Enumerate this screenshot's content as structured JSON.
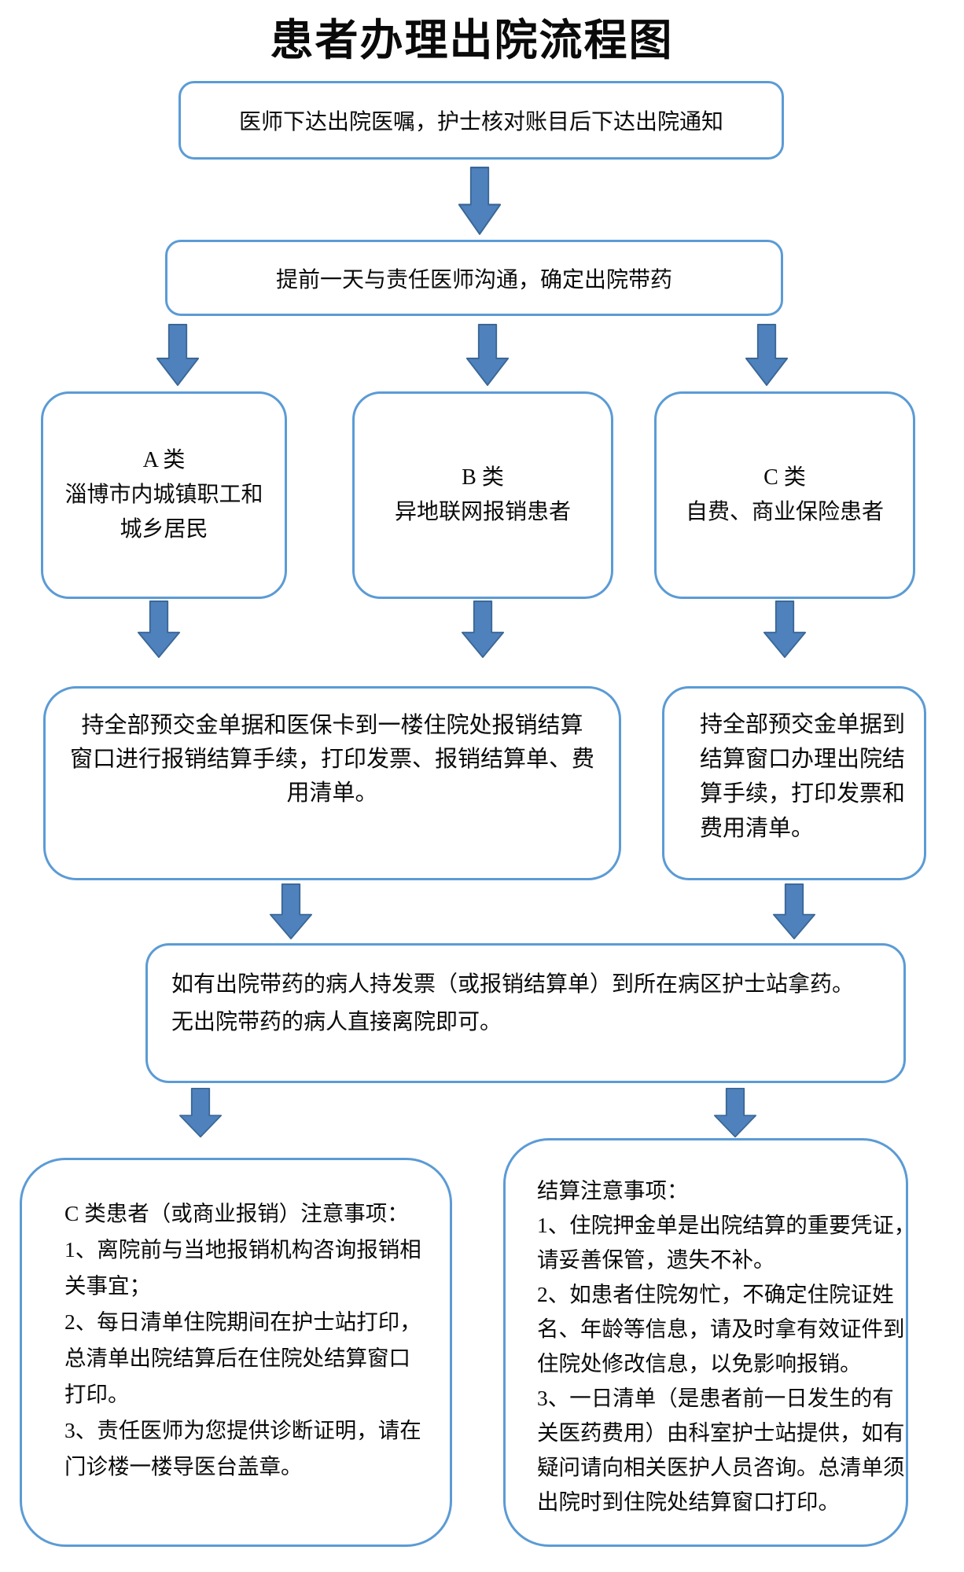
{
  "title": "患者办理出院流程图",
  "colors": {
    "box_border": "#5b9bd5",
    "arrow_fill": "#4f81bd",
    "arrow_stroke": "#3a6795",
    "text": "#0a0a0a",
    "background": "#ffffff"
  },
  "flow": {
    "step1": "医师下达出院医嘱，护士核对账目后下达出院通知",
    "step2": "提前一天与责任医师沟通，确定出院带药",
    "categories": {
      "a": {
        "lines": [
          "A 类",
          "淄博市内城镇职工和",
          "城乡居民"
        ]
      },
      "b": {
        "lines": [
          "B 类",
          "异地联网报销患者"
        ]
      },
      "c": {
        "lines": [
          "C 类",
          "自费、商业保险患者"
        ]
      }
    },
    "settle_ab": {
      "lines": [
        "持全部预交金单据和医保卡到一楼住院处报销结算",
        "窗口进行报销结算手续，打印发票、报销结算单、费",
        "用清单。"
      ]
    },
    "settle_c": {
      "lines": [
        "持全部预交金单据到",
        "结算窗口办理出院结",
        "算手续，打印发票和",
        "费用清单。"
      ]
    },
    "pickup": {
      "lines": [
        "如有出院带药的病人持发票（或报销结算单）到所在病区护士站拿药。",
        "无出院带药的病人直接离院即可。"
      ]
    },
    "notes_c": {
      "lines": [
        "C 类患者（或商业报销）注意事项：",
        "1、离院前与当地报销机构咨询报销相",
        "关事宜；",
        "2、每日清单住院期间在护士站打印，",
        "总清单出院结算后在住院处结算窗口",
        "打印。",
        "3、责任医师为您提供诊断证明，请在",
        "门诊楼一楼导医台盖章。"
      ]
    },
    "notes_settle": {
      "lines": [
        "结算注意事项：",
        "1、住院押金单是出院结算的重要凭证，",
        "请妥善保管，遗失不补。",
        "2、如患者住院匆忙，不确定住院证姓",
        "名、年龄等信息，请及时拿有效证件到",
        "住院处修改信息，以免影响报销。",
        "3、一日清单（是患者前一日发生的有",
        "关医药费用）由科室护士站提供，如有",
        "疑问请向相关医护人员咨询。总清单须",
        "出院时到住院处结算窗口打印。"
      ]
    }
  }
}
